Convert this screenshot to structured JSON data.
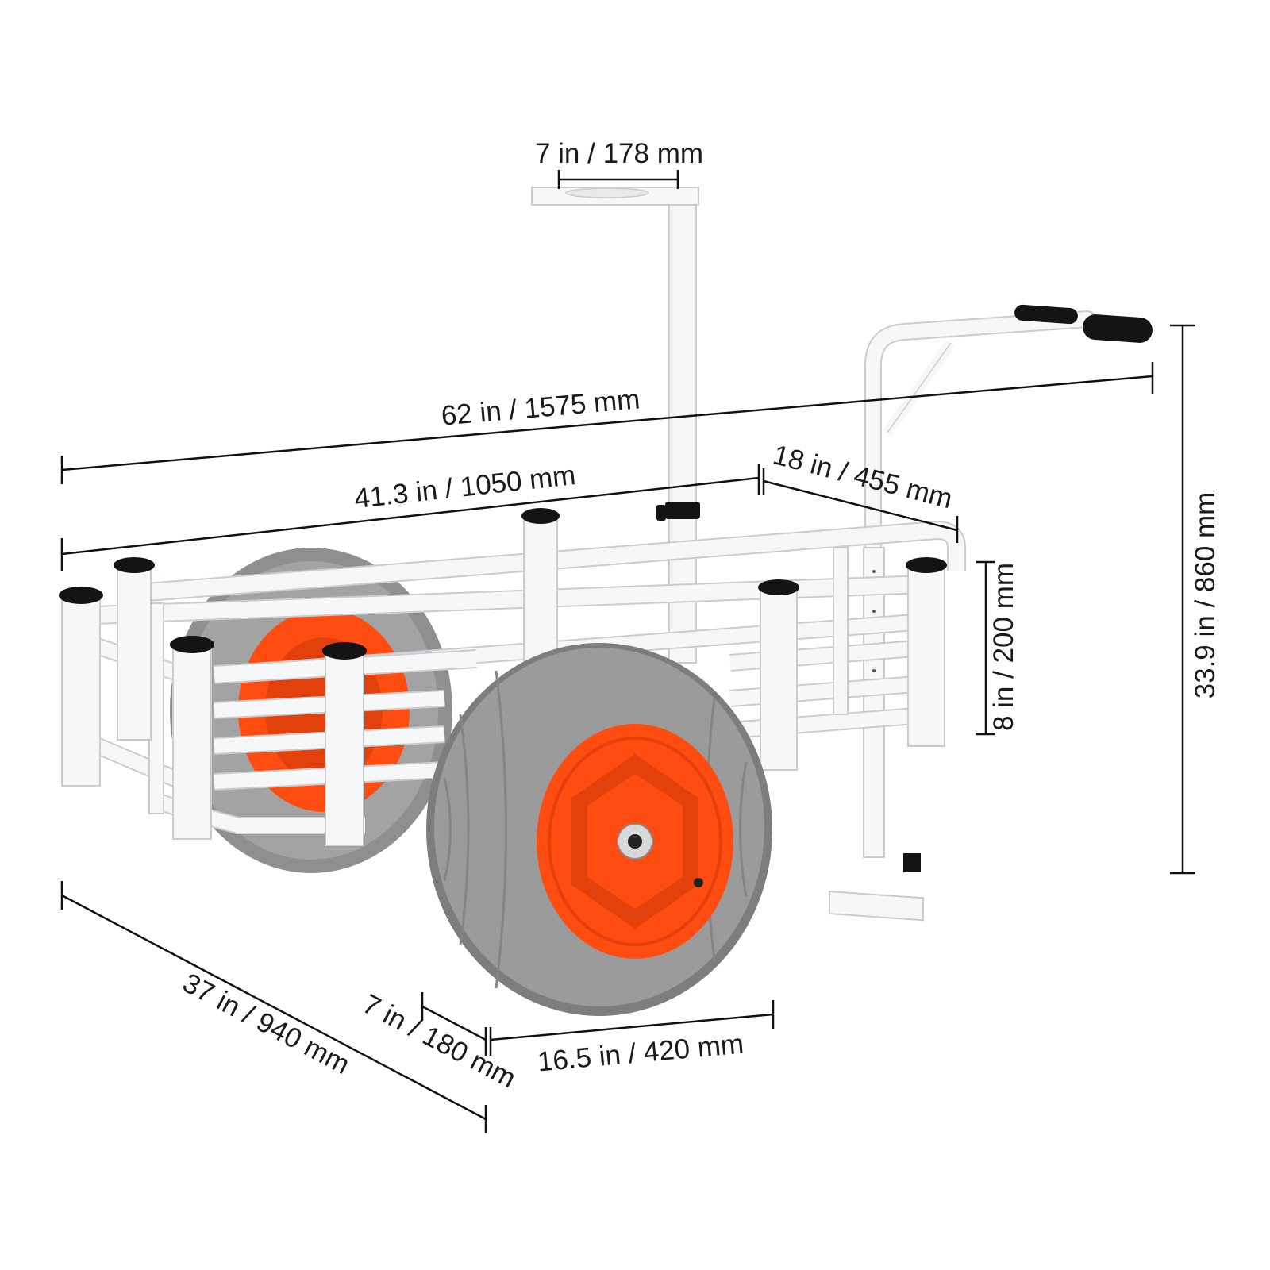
{
  "colors": {
    "frame": "#f6f7f8",
    "frame_edge": "#c9ccd0",
    "cap": "#141414",
    "tire": "#9b9b9b",
    "tire_dark": "#7d7d7d",
    "hub": "#ff4d12",
    "hub_dark": "#e2410c",
    "dimension_line": "#111111"
  },
  "dimensions": {
    "holder_width": "7 in / 178 mm",
    "overall_length": "62 in / 1575 mm",
    "basket_length": "41.3 in / 1050 mm",
    "handle_extension": "18 in / 455 mm",
    "basket_height": "8 in / 200 mm",
    "overall_height": "33.9 in / 860 mm",
    "overall_width": "37 in / 940 mm",
    "wheel_width": "7 in / 180 mm",
    "wheel_diameter": "16.5 in / 420 mm"
  },
  "icons": {
    "product": "fishing-beach-cart",
    "wheel": "balloon-wheel",
    "rod_holder": "rod-holder-tube",
    "handle": "pull-handle",
    "cup_holder": "cup-holder-platform"
  }
}
